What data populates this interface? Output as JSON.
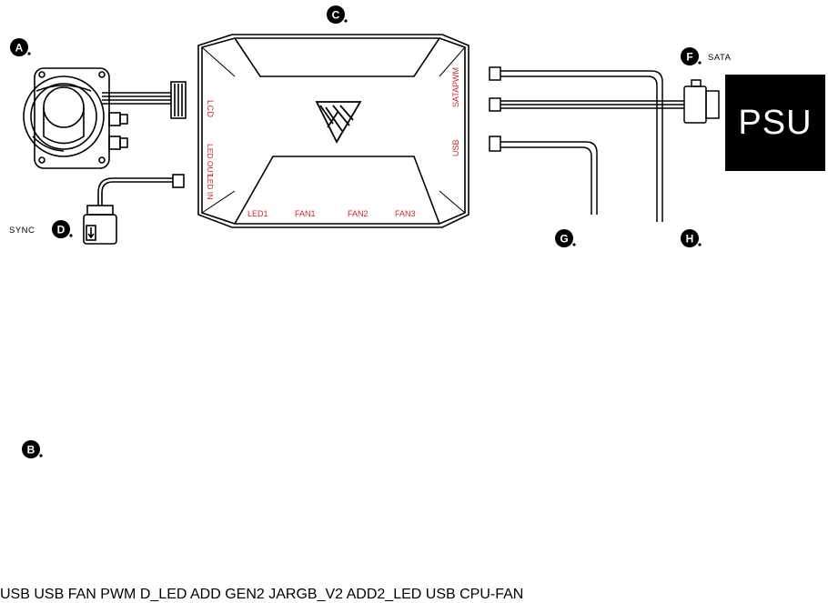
{
  "colors": {
    "line": "#000000",
    "port_label": "#d2232a",
    "psu_bg": "#000000",
    "psu_text": "#ffffff"
  },
  "markers": {
    "a": "A",
    "b": "B",
    "c": "C",
    "d": "D",
    "f": "F",
    "g": "G",
    "h": "H"
  },
  "labels": {
    "sync": "SYNC",
    "sata": "SATA",
    "psu": "PSU",
    "usb": "USB",
    "fan_pwm": "FAN PWM",
    "cpu_fan": "CPU-FAN",
    "usb_header": "USB",
    "usb_connector": "USB"
  },
  "hub_ports": {
    "lcd": "LCD",
    "led_out": "LED OUT",
    "led_in": "LED IN",
    "led1": "LED1",
    "fan1": "FAN1",
    "fan2": "FAN2",
    "fan3": "FAN3",
    "sata": "SATA",
    "pwm": "PWM",
    "usb": "USB"
  },
  "argb_header_labels": [
    "D_LED",
    "ADD GEN2",
    "JARGB_V2",
    "ADD2_LED"
  ],
  "icons": [
    "cpu-cooler-icon",
    "case-fan-icon",
    "brand-logo-icon",
    "sync-button-icon",
    "sata-connector-icon",
    "fan-connector-icon",
    "usb-header-icon"
  ]
}
